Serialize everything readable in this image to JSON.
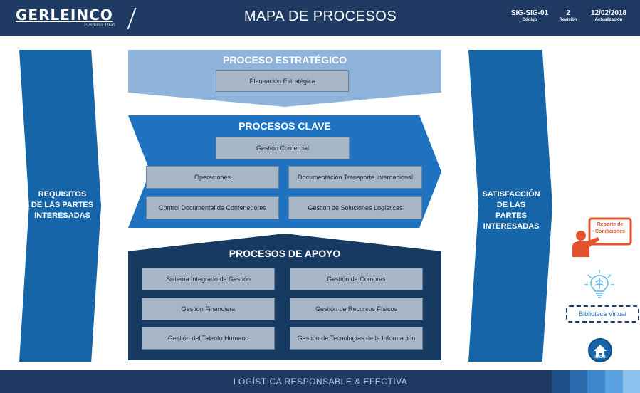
{
  "header": {
    "logo_text": "GERLEINCO",
    "logo_subtitle": "Fundada 1926",
    "title": "MAPA DE PROCESOS",
    "code_value": "SIG-SIG-01",
    "code_label": "Código",
    "revision_value": "2",
    "revision_label": "Revisión",
    "date_value": "12/02/2018",
    "date_label": "Actualización"
  },
  "left_side": {
    "text": "REQUISITOS DE LAS PARTES INTERESADAS",
    "line1": "REQUISITOS",
    "line2": "DE LAS PARTES",
    "line3": "INTERESADAS"
  },
  "right_side": {
    "line1": "SATISFACCIÓN",
    "line2": "DE LAS",
    "line3": "PARTES",
    "line4": "INTERESADAS"
  },
  "estrategico": {
    "title": "PROCESO ESTRATÉGICO",
    "items": [
      "Planeación Estratégica"
    ]
  },
  "clave": {
    "title": "PROCESOS CLAVE",
    "items": [
      "Gestión Comercial",
      "Operaciones",
      "Documentación Transporte Internacional",
      "Control Documental de Contenedores",
      "Gestión de Soluciones Logísticas"
    ]
  },
  "apoyo": {
    "title": "PROCESOS DE APOYO",
    "items": [
      "Sistema Integrado de Gestión",
      "Gestión de Compras",
      "Gestión Financiera",
      "Gestión de Recursos Físicos",
      "Gestión del Talento Humano",
      "Gestión de Tecnologías de la Información"
    ]
  },
  "widgets": {
    "reporte_line1": "Reporte de",
    "reporte_line2": "Condiciones",
    "biblioteca": "Biblioteca Virtual",
    "home_label": "INICIO"
  },
  "footer": {
    "text": "LOGÍSTICA RESPONSABLE & EFECTIVA"
  },
  "colors": {
    "header_bg": "#1f3b63",
    "side_blue": "#1565a8",
    "estrategico": "#8fb4dc",
    "clave": "#1e72bf",
    "apoyo": "#173a63",
    "accent_orange": "#e2532e"
  }
}
